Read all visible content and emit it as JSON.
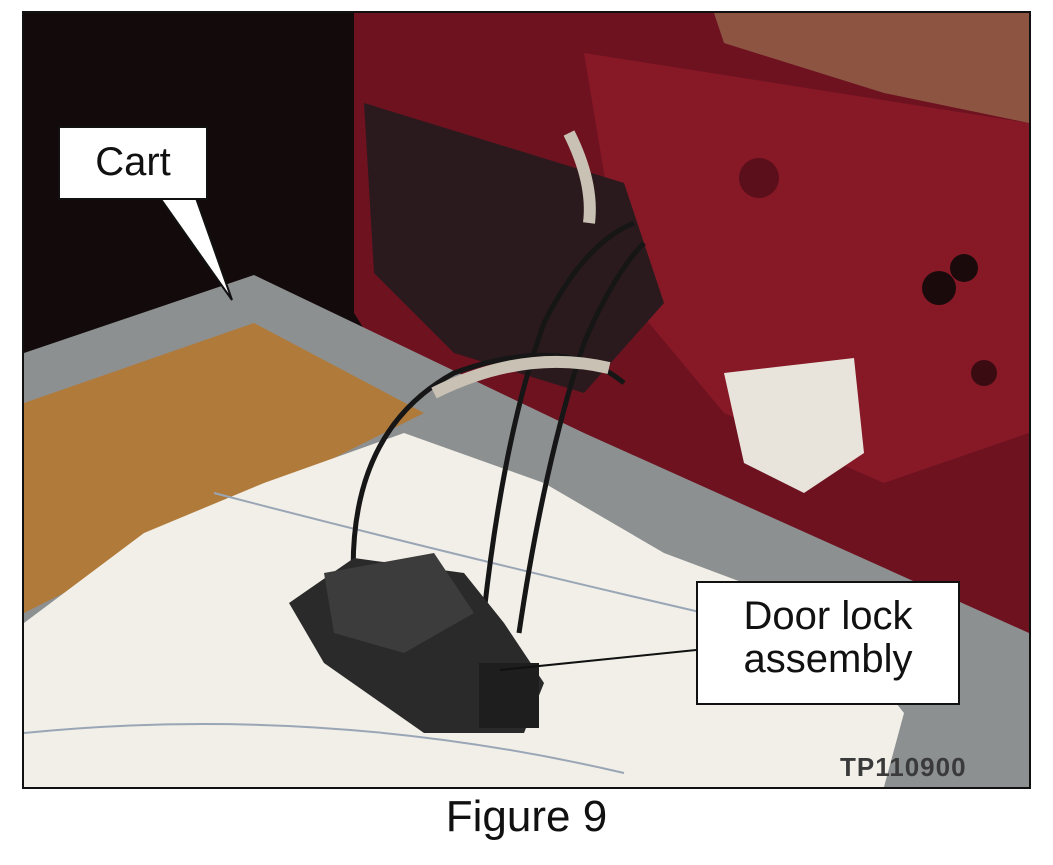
{
  "figure": {
    "caption": "Figure 9",
    "photo_id": "TP110900"
  },
  "callouts": {
    "cart": "Cart",
    "door_lock_line1": "Door lock",
    "door_lock_line2": "assembly"
  },
  "colors": {
    "door_red": "#7a1420",
    "cart_grey": "#8d9091",
    "cardboard": "#b07a3a",
    "cloth_white": "#f1efe8",
    "lock_black": "#2a2a2a"
  }
}
